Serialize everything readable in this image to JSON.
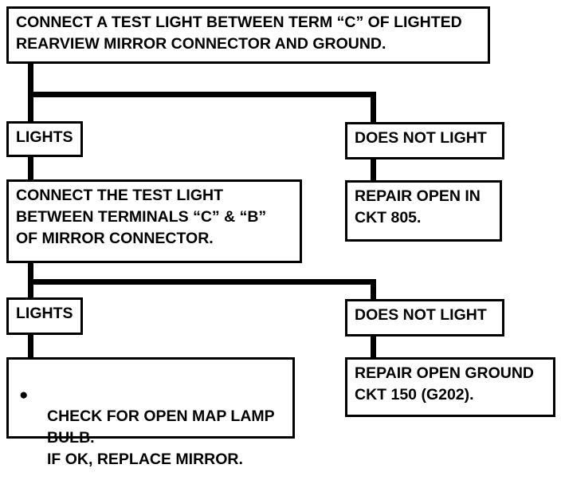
{
  "diagram": {
    "step1": "CONNECT A TEST LIGHT BETWEEN TERM “C” OF LIGHTED\nREARVIEW MIRROR CONNECTOR AND GROUND.",
    "step1_lights": "LIGHTS",
    "step1_no_light": "DOES NOT LIGHT",
    "step2": "CONNECT THE TEST LIGHT\nBETWEEN TERMINALS  “C” & “B”\nOF MIRROR CONNECTOR.",
    "repair1": "REPAIR OPEN IN\nCKT 805.",
    "step2_lights": "LIGHTS",
    "step2_no_light": "DOES NOT LIGHT",
    "final_bullet": "●",
    "final_action": "CHECK FOR OPEN MAP LAMP\nBULB.\nIF OK, REPLACE MIRROR.",
    "repair2": "REPAIR OPEN GROUND\nCKT 150 (G202)."
  }
}
